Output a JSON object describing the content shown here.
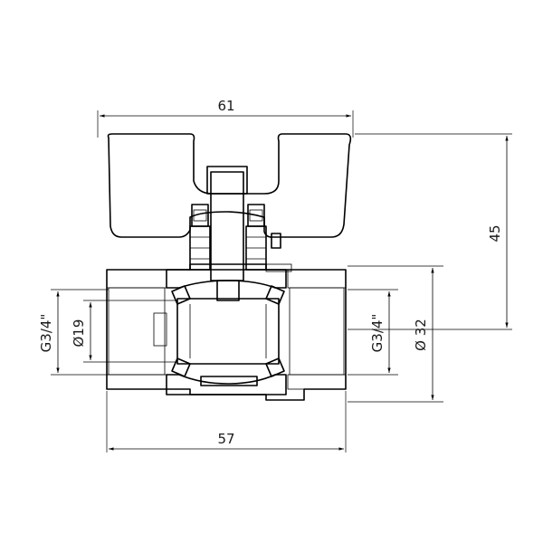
{
  "dimensions": {
    "handle_width": "61",
    "height": "45",
    "length": "57",
    "outer_diameter": "Ø 32",
    "thread_left": "G3/4\"",
    "thread_right": "G3/4\"",
    "bore_diameter": "Ø19"
  }
}
